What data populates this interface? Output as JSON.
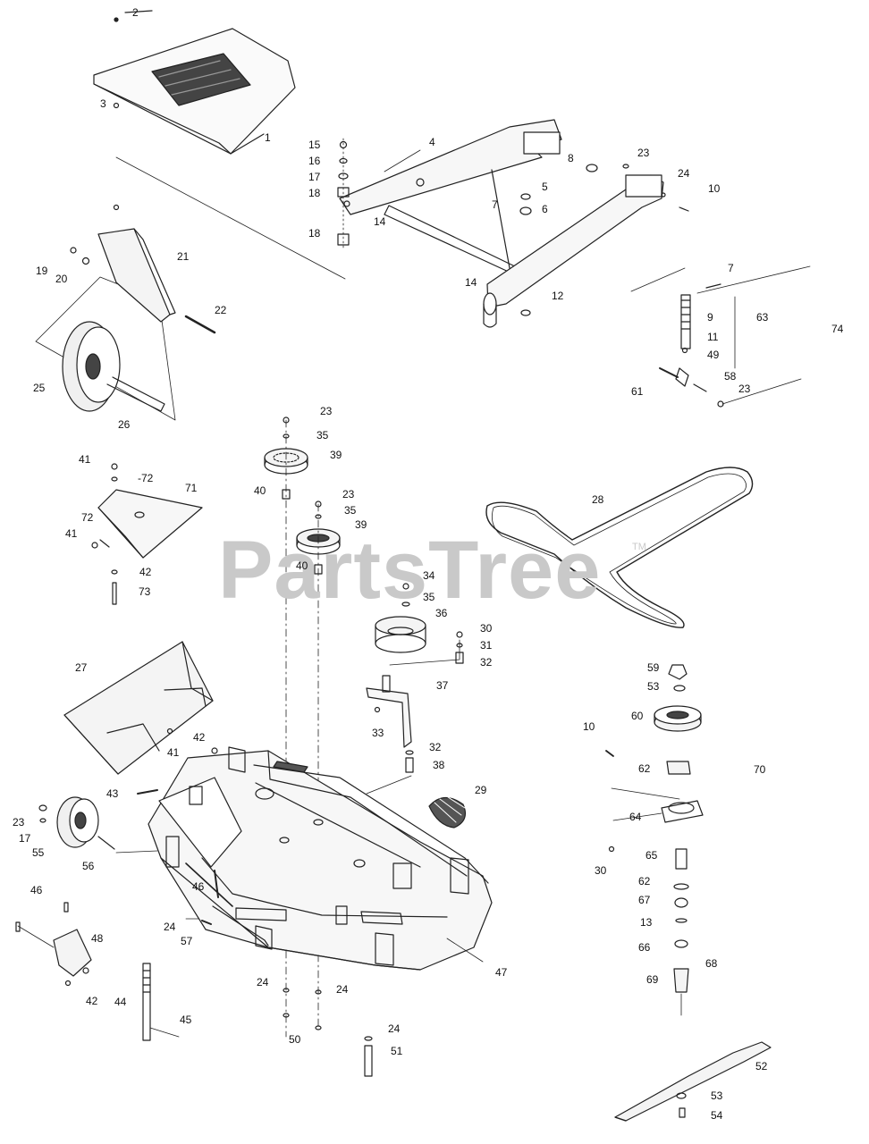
{
  "watermark": {
    "text": "PartsTree",
    "tm": "TM"
  },
  "callouts": [
    {
      "id": "c2",
      "text": "2"
    },
    {
      "id": "c3",
      "text": "3"
    },
    {
      "id": "c1",
      "text": "1"
    },
    {
      "id": "c15",
      "text": "15"
    },
    {
      "id": "c16",
      "text": "16"
    },
    {
      "id": "c17a",
      "text": "17"
    },
    {
      "id": "c18a",
      "text": "18"
    },
    {
      "id": "c4",
      "text": "4"
    },
    {
      "id": "c8",
      "text": "8"
    },
    {
      "id": "c23a",
      "text": "23"
    },
    {
      "id": "c24a",
      "text": "24"
    },
    {
      "id": "c10a",
      "text": "10"
    },
    {
      "id": "c5",
      "text": "5"
    },
    {
      "id": "c6",
      "text": "6"
    },
    {
      "id": "c7a",
      "text": "7"
    },
    {
      "id": "c14a",
      "text": "14"
    },
    {
      "id": "c18b",
      "text": "18"
    },
    {
      "id": "c14b",
      "text": "14"
    },
    {
      "id": "c12",
      "text": "12"
    },
    {
      "id": "c19",
      "text": "19"
    },
    {
      "id": "c20",
      "text": "20"
    },
    {
      "id": "c21",
      "text": "21"
    },
    {
      "id": "c22",
      "text": "22"
    },
    {
      "id": "c25",
      "text": "25"
    },
    {
      "id": "c26",
      "text": "26"
    },
    {
      "id": "c7b",
      "text": "7"
    },
    {
      "id": "c9",
      "text": "9"
    },
    {
      "id": "c63",
      "text": "63"
    },
    {
      "id": "c74",
      "text": "74"
    },
    {
      "id": "c11",
      "text": "11"
    },
    {
      "id": "c49",
      "text": "49"
    },
    {
      "id": "c58",
      "text": "58"
    },
    {
      "id": "c61",
      "text": "61"
    },
    {
      "id": "c23b",
      "text": "23"
    },
    {
      "id": "c23c",
      "text": "23"
    },
    {
      "id": "c35a",
      "text": "35"
    },
    {
      "id": "c39a",
      "text": "39"
    },
    {
      "id": "c40a",
      "text": "40"
    },
    {
      "id": "c23d",
      "text": "23"
    },
    {
      "id": "c35b",
      "text": "35"
    },
    {
      "id": "c39b",
      "text": "39"
    },
    {
      "id": "c40b",
      "text": "40"
    },
    {
      "id": "c41a",
      "text": "41"
    },
    {
      "id": "c72a",
      "text": "-72"
    },
    {
      "id": "c71",
      "text": "71"
    },
    {
      "id": "c72b",
      "text": "72"
    },
    {
      "id": "c41b",
      "text": "41"
    },
    {
      "id": "c42a",
      "text": "42"
    },
    {
      "id": "c73",
      "text": "73"
    },
    {
      "id": "c28",
      "text": "28"
    },
    {
      "id": "c34",
      "text": "34"
    },
    {
      "id": "c35c",
      "text": "35"
    },
    {
      "id": "c36",
      "text": "36"
    },
    {
      "id": "c30a",
      "text": "30"
    },
    {
      "id": "c31",
      "text": "31"
    },
    {
      "id": "c32a",
      "text": "32"
    },
    {
      "id": "c37",
      "text": "37"
    },
    {
      "id": "c33",
      "text": "33"
    },
    {
      "id": "c32b",
      "text": "32"
    },
    {
      "id": "c38",
      "text": "38"
    },
    {
      "id": "c27",
      "text": "27"
    },
    {
      "id": "c41c",
      "text": "41"
    },
    {
      "id": "c42b",
      "text": "42"
    },
    {
      "id": "c43",
      "text": "43"
    },
    {
      "id": "c29",
      "text": "29"
    },
    {
      "id": "c23e",
      "text": "23"
    },
    {
      "id": "c17b",
      "text": "17"
    },
    {
      "id": "c55",
      "text": "55"
    },
    {
      "id": "c56",
      "text": "56"
    },
    {
      "id": "c59",
      "text": "59"
    },
    {
      "id": "c53a",
      "text": "53"
    },
    {
      "id": "c60",
      "text": "60"
    },
    {
      "id": "c10b",
      "text": "10"
    },
    {
      "id": "c62a",
      "text": "62"
    },
    {
      "id": "c70",
      "text": "70"
    },
    {
      "id": "c64",
      "text": "64"
    },
    {
      "id": "c30b",
      "text": "30"
    },
    {
      "id": "c65",
      "text": "65"
    },
    {
      "id": "c62b",
      "text": "62"
    },
    {
      "id": "c67",
      "text": "67"
    },
    {
      "id": "c13",
      "text": "13"
    },
    {
      "id": "c66",
      "text": "66"
    },
    {
      "id": "c68",
      "text": "68"
    },
    {
      "id": "c69",
      "text": "69"
    },
    {
      "id": "c46a",
      "text": "46"
    },
    {
      "id": "c48",
      "text": "48"
    },
    {
      "id": "c42c",
      "text": "42"
    },
    {
      "id": "c46b",
      "text": "46"
    },
    {
      "id": "c24b",
      "text": "24"
    },
    {
      "id": "c57",
      "text": "57"
    },
    {
      "id": "c47",
      "text": "47"
    },
    {
      "id": "c44",
      "text": "44"
    },
    {
      "id": "c45",
      "text": "45"
    },
    {
      "id": "c24c",
      "text": "24"
    },
    {
      "id": "c24d",
      "text": "24"
    },
    {
      "id": "c50",
      "text": "50"
    },
    {
      "id": "c24e",
      "text": "24"
    },
    {
      "id": "c51",
      "text": "51"
    },
    {
      "id": "c52",
      "text": "52"
    },
    {
      "id": "c53b",
      "text": "53"
    },
    {
      "id": "c54",
      "text": "54"
    }
  ]
}
